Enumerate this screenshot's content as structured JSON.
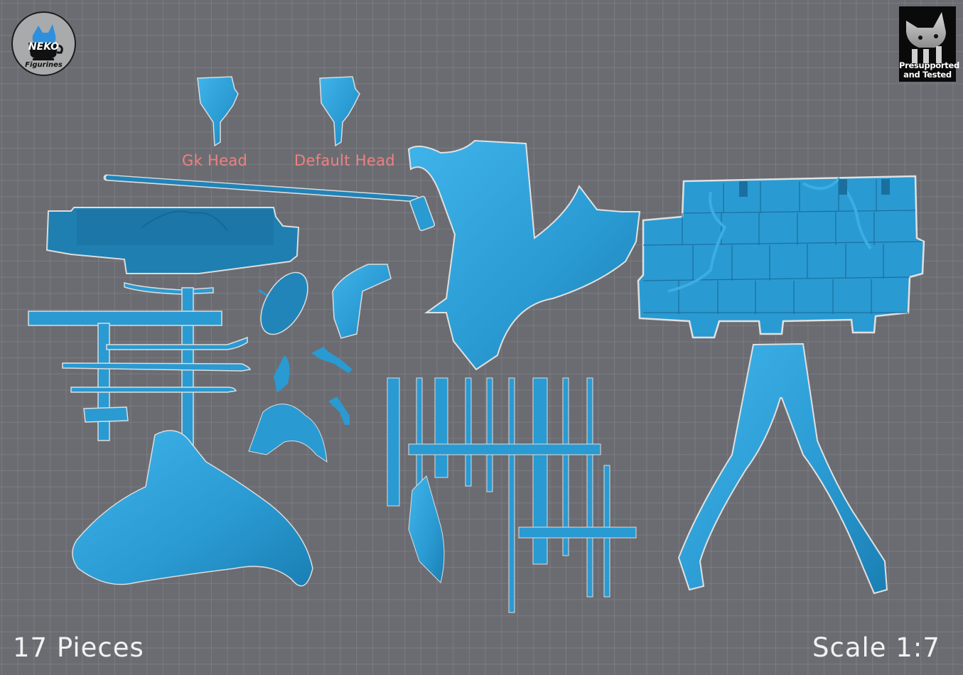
{
  "scene": {
    "type": "3d-print-parts-layout",
    "background_color": "#6b6c71",
    "grid_color": "#8a8c92",
    "part_color": "#2f9fd6",
    "part_outline_color": "#e6e6e6"
  },
  "branding": {
    "logo": {
      "title": "NEKO",
      "subtitle": "Figurines",
      "icon": "cat-in-cup-icon"
    },
    "badge": {
      "line1": "Presupported",
      "line2": "and Tested",
      "icon": "cat-supports-icon"
    }
  },
  "labels": {
    "gk_head": "Gk Head",
    "default_head": "Default Head",
    "label_color": "#f08080"
  },
  "footer": {
    "pieces": "17 Pieces",
    "scale": "Scale 1:7"
  },
  "parts": [
    {
      "name": "gk-head"
    },
    {
      "name": "default-head"
    },
    {
      "name": "brush-rod"
    },
    {
      "name": "upper-stone-ledge"
    },
    {
      "name": "coat-torso"
    },
    {
      "name": "brick-wall-base"
    },
    {
      "name": "wood-beam-frame"
    },
    {
      "name": "round-disc"
    },
    {
      "name": "bent-arm"
    },
    {
      "name": "left-hand"
    },
    {
      "name": "right-hand"
    },
    {
      "name": "hair-clip"
    },
    {
      "name": "bangs-hair"
    },
    {
      "name": "long-hair"
    },
    {
      "name": "fence-rails"
    },
    {
      "name": "leg-arm-sleeve"
    },
    {
      "name": "pants-legs"
    }
  ]
}
